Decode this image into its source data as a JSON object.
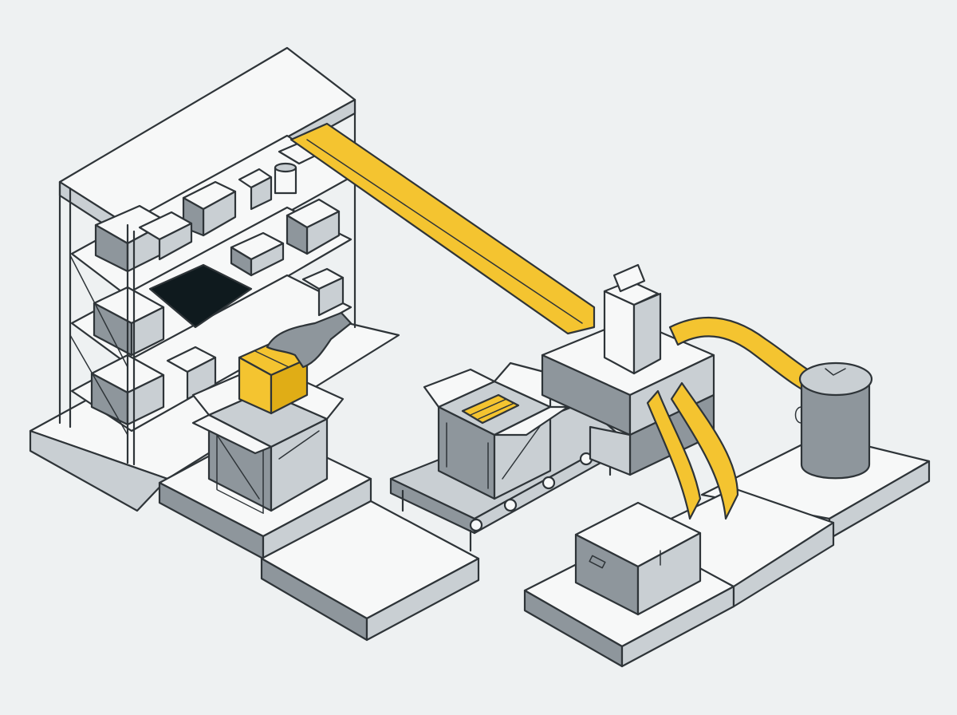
{
  "scene": {
    "style": "isometric line illustration",
    "colors": {
      "background": "#eef1f2",
      "outline": "#2e3438",
      "top": "#f7f8f8",
      "side_light": "#c9cfd3",
      "side_dark": "#8e969c",
      "accent": "#f4c430",
      "dark": "#0f1a1e"
    },
    "icons": [
      "shelving-unit",
      "stacked-boxes",
      "robot-hand",
      "yellow-box",
      "open-crate",
      "conveyor-belt",
      "sorting-machine",
      "milk-carton",
      "yellow-chute",
      "trash-bin",
      "storage-chest"
    ]
  }
}
